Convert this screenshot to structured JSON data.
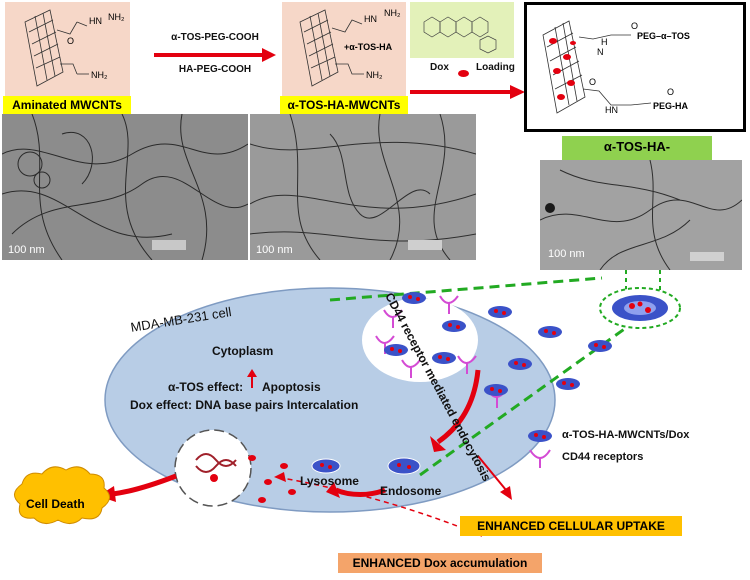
{
  "top": {
    "step1_label": "Aminated MWCNTs",
    "step2_label": "α-TOS-HA-MWCNTs",
    "step3_label": "α-TOS-HA-MWCNTs/Dox",
    "reagent1": "α-TOS-PEG-COOH",
    "reagent2": "HA-PEG-COOH",
    "dox_loading": "Dox",
    "loading": "Loading",
    "chem_nh2a": "NH₂",
    "chem_nh2b": "NH₂",
    "chem_ha_tos": "+α-TOS-HA",
    "chem_peg_tos": "PEG–α–TOS",
    "chem_peg_ha": "PEG-HA",
    "chem_o": "O",
    "chem_hn": "HN",
    "chem_h": "H",
    "chem_n": "N"
  },
  "tem": {
    "scale_label_1": "100 nm",
    "scale_label_2": "100 nm",
    "scale_label_3": "100 nm"
  },
  "cell": {
    "name": "MDA-MB-231 cell",
    "cytoplasm": "Cytoplasm",
    "tos_effect": "α-TOS effect:",
    "apoptosis": "Apoptosis",
    "dox_effect": "Dox effect: DNA base pairs Intercalation",
    "lysosome": "Lysosome",
    "endosome": "Endosome",
    "endocytosis": "CD44 receptor mediated endocytosis"
  },
  "outcomes": {
    "cell_death": "Cell Death",
    "uptake": "ENHANCED CELLULAR UPTAKE",
    "accumulation": "ENHANCED Dox accumulation"
  },
  "legend": {
    "nanoparticle": "α-TOS-HA-MWCNTs/Dox",
    "receptor": "CD44 receptors"
  },
  "colors": {
    "arrow_red": "#e3000f",
    "cell_fill": "#b8cde6",
    "dashed_green": "#22aa22",
    "yellow": "#ffff00",
    "orange": "#ffc000",
    "green_label": "#8fd14f"
  }
}
